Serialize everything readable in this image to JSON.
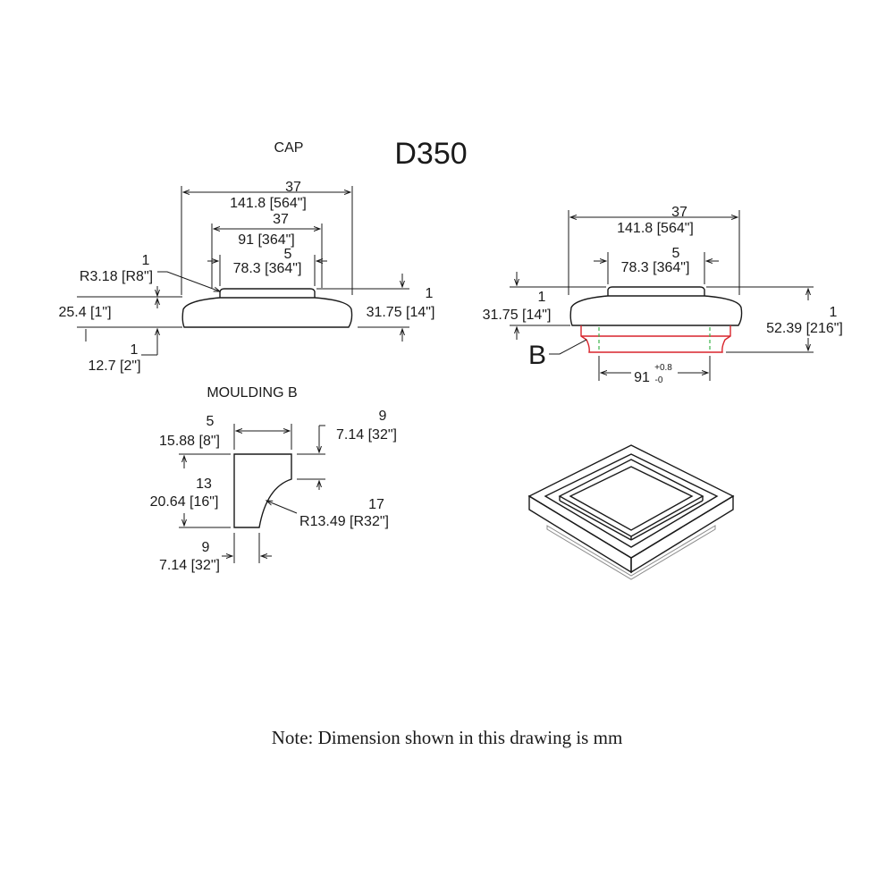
{
  "title": "D350",
  "cap": {
    "label": "CAP",
    "width_overall": {
      "num": "37",
      "text": "141.8 [564\"]"
    },
    "width_inner": {
      "num": "37",
      "text": "91 [364\"]"
    },
    "width_top": {
      "num": "5",
      "text": "78.3 [364\"]"
    },
    "radius": {
      "num": "1",
      "text": "R3.18 [R8\"]"
    },
    "height_left": {
      "text": "25.4 [1\"]"
    },
    "height_right": {
      "num": "1",
      "text": "31.75 [14\"]"
    },
    "height_bottom": {
      "num": "1",
      "text": "12.7 [2\"]"
    }
  },
  "assembly": {
    "width_overall": {
      "num": "37",
      "text": "141.8 [564\"]"
    },
    "width_top": {
      "num": "5",
      "text": "78.3 [364\"]"
    },
    "height_left": {
      "num": "1",
      "text": "31.75 [14\"]"
    },
    "height_right": {
      "num": "1",
      "text": "52.39 [216\"]"
    },
    "callout": "B",
    "bottom_width": {
      "base": "91",
      "tol_upper": "+0.8",
      "tol_lower": "-0"
    }
  },
  "moulding": {
    "label": "MOULDING B",
    "width_total": {
      "num": "5",
      "text": "15.88 [8\"]"
    },
    "top_step": {
      "num": "9",
      "text": "7.14 [32\"]"
    },
    "height": {
      "num": "13",
      "text": "20.64 [16\"]"
    },
    "radius": {
      "num": "17",
      "text": "R13.49 [R32\"]"
    },
    "bottom_width": {
      "num": "9",
      "text": "7.14 [32\"]"
    }
  },
  "note": "Note: Dimension shown in this drawing is mm"
}
